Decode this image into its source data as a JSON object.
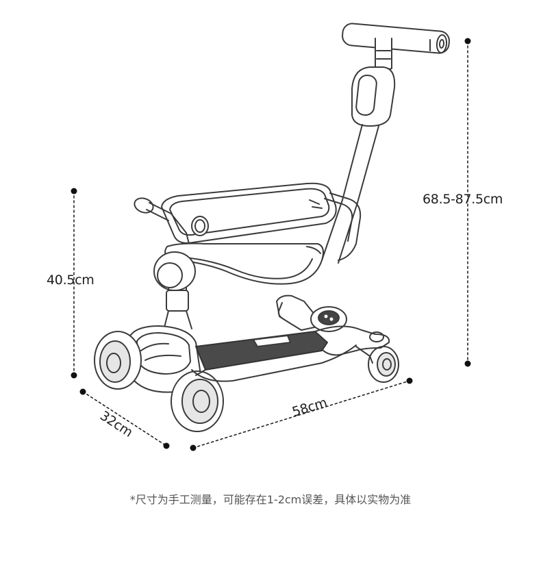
{
  "dimensions": {
    "seat_height": "40.5cm",
    "handle_height": "68.5-87.5cm",
    "width": "32cm",
    "length": "58cm"
  },
  "footnote": "*尺寸为手工测量，可能存在1-2cm误差，具体以实物为准",
  "colors": {
    "line": "#3a3a3a",
    "dot": "#111111",
    "deck": "#4a4a4a",
    "wheel_fill": "#e6e6e6"
  }
}
